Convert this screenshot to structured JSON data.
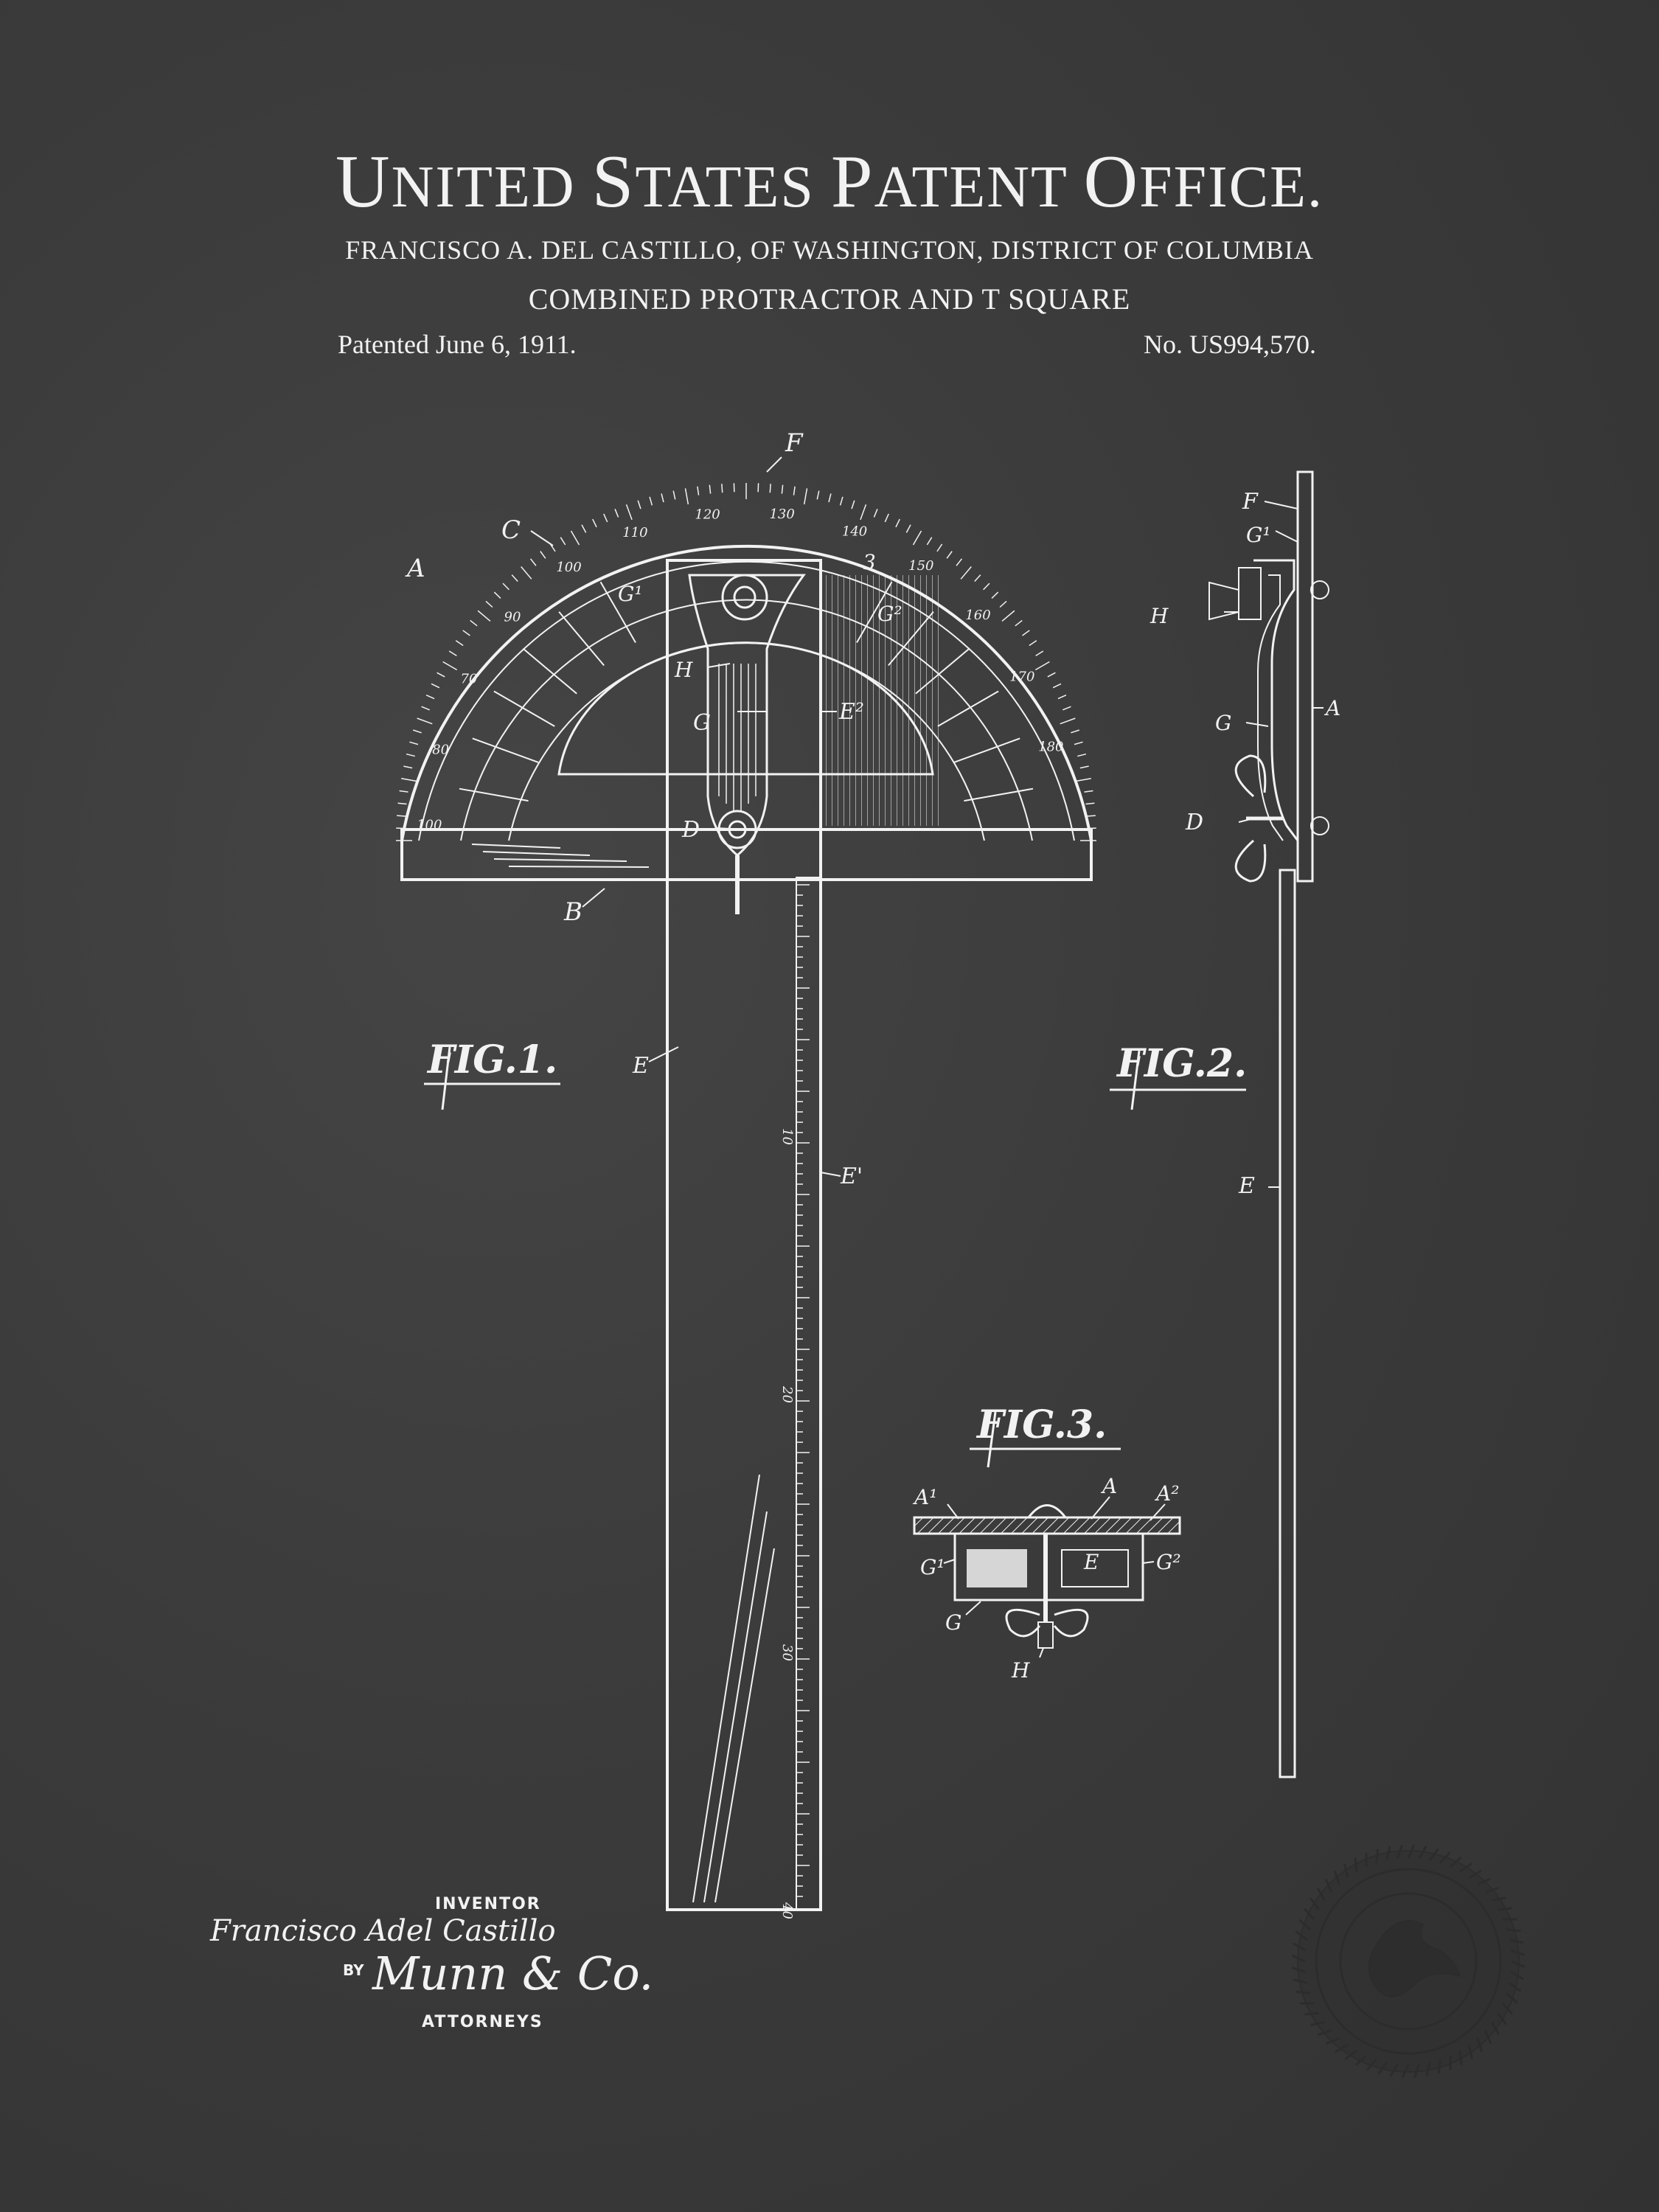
{
  "header": {
    "office_prefix_1": "U",
    "office_rest_1": "NITED ",
    "office_prefix_2": "S",
    "office_rest_2": "TATES ",
    "office_prefix_3": "P",
    "office_rest_3": "ATENT ",
    "office_prefix_4": "O",
    "office_rest_4": "FFICE.",
    "inventor_line": "FRANCISCO A. DEL CASTILLO, OF WASHINGTON, DISTRICT OF COLUMBIA",
    "invention_title": "COMBINED PROTRACTOR AND T SQUARE",
    "patented_date": "Patented June 6, 1911.",
    "patent_number": "No. US994,570."
  },
  "figures": {
    "fig1": "FIG.1.",
    "fig2": "FIG.2.",
    "fig3": "FIG.3."
  },
  "labels": {
    "F": "F",
    "C": "C",
    "A": "A",
    "B": "B",
    "D": "D",
    "E": "E",
    "E1": "E'",
    "E2": "E²",
    "G": "G",
    "G1": "G¹",
    "G2": "G²",
    "H": "H",
    "A1": "A¹",
    "A2": "A²",
    "three": "3"
  },
  "scale_numbers": {
    "arc_top": [
      "100",
      "80",
      "70",
      "90",
      "100",
      "110",
      "120",
      "130",
      "140",
      "150",
      "160",
      "170",
      "180"
    ],
    "ruler": [
      "10",
      "20",
      "30",
      "40"
    ]
  },
  "signature": {
    "inventor_label": "INVENTOR",
    "inventor_name": "Francisco Adel Castillo",
    "by": "BY",
    "attorney_name": "Munn & Co.",
    "attorneys_label": "ATTORNEYS"
  },
  "colors": {
    "background": "#3a3a3a",
    "ink": "#f2f2f2"
  }
}
